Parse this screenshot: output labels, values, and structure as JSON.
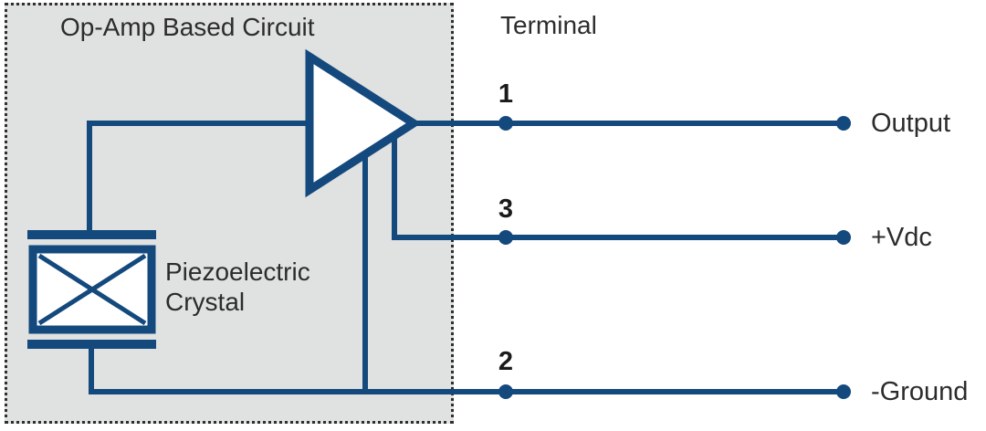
{
  "colors": {
    "wire": "#14497D",
    "boxfill": "#E0E1E1",
    "boxborder": "#2F2F2F",
    "text": "#2C2C2C",
    "numtext": "#1A1A1A",
    "bg": "#FFFFFF"
  },
  "opamp_box": {
    "label": "Op-Amp Based Circuit"
  },
  "crystal": {
    "label_line1": "Piezoelectric",
    "label_line2": "Crystal"
  },
  "terminal_header": "Terminal",
  "terminals": [
    {
      "number": "1",
      "label": "Output"
    },
    {
      "number": "3",
      "label": "+Vdc"
    },
    {
      "number": "2",
      "label": "-Ground"
    }
  ]
}
